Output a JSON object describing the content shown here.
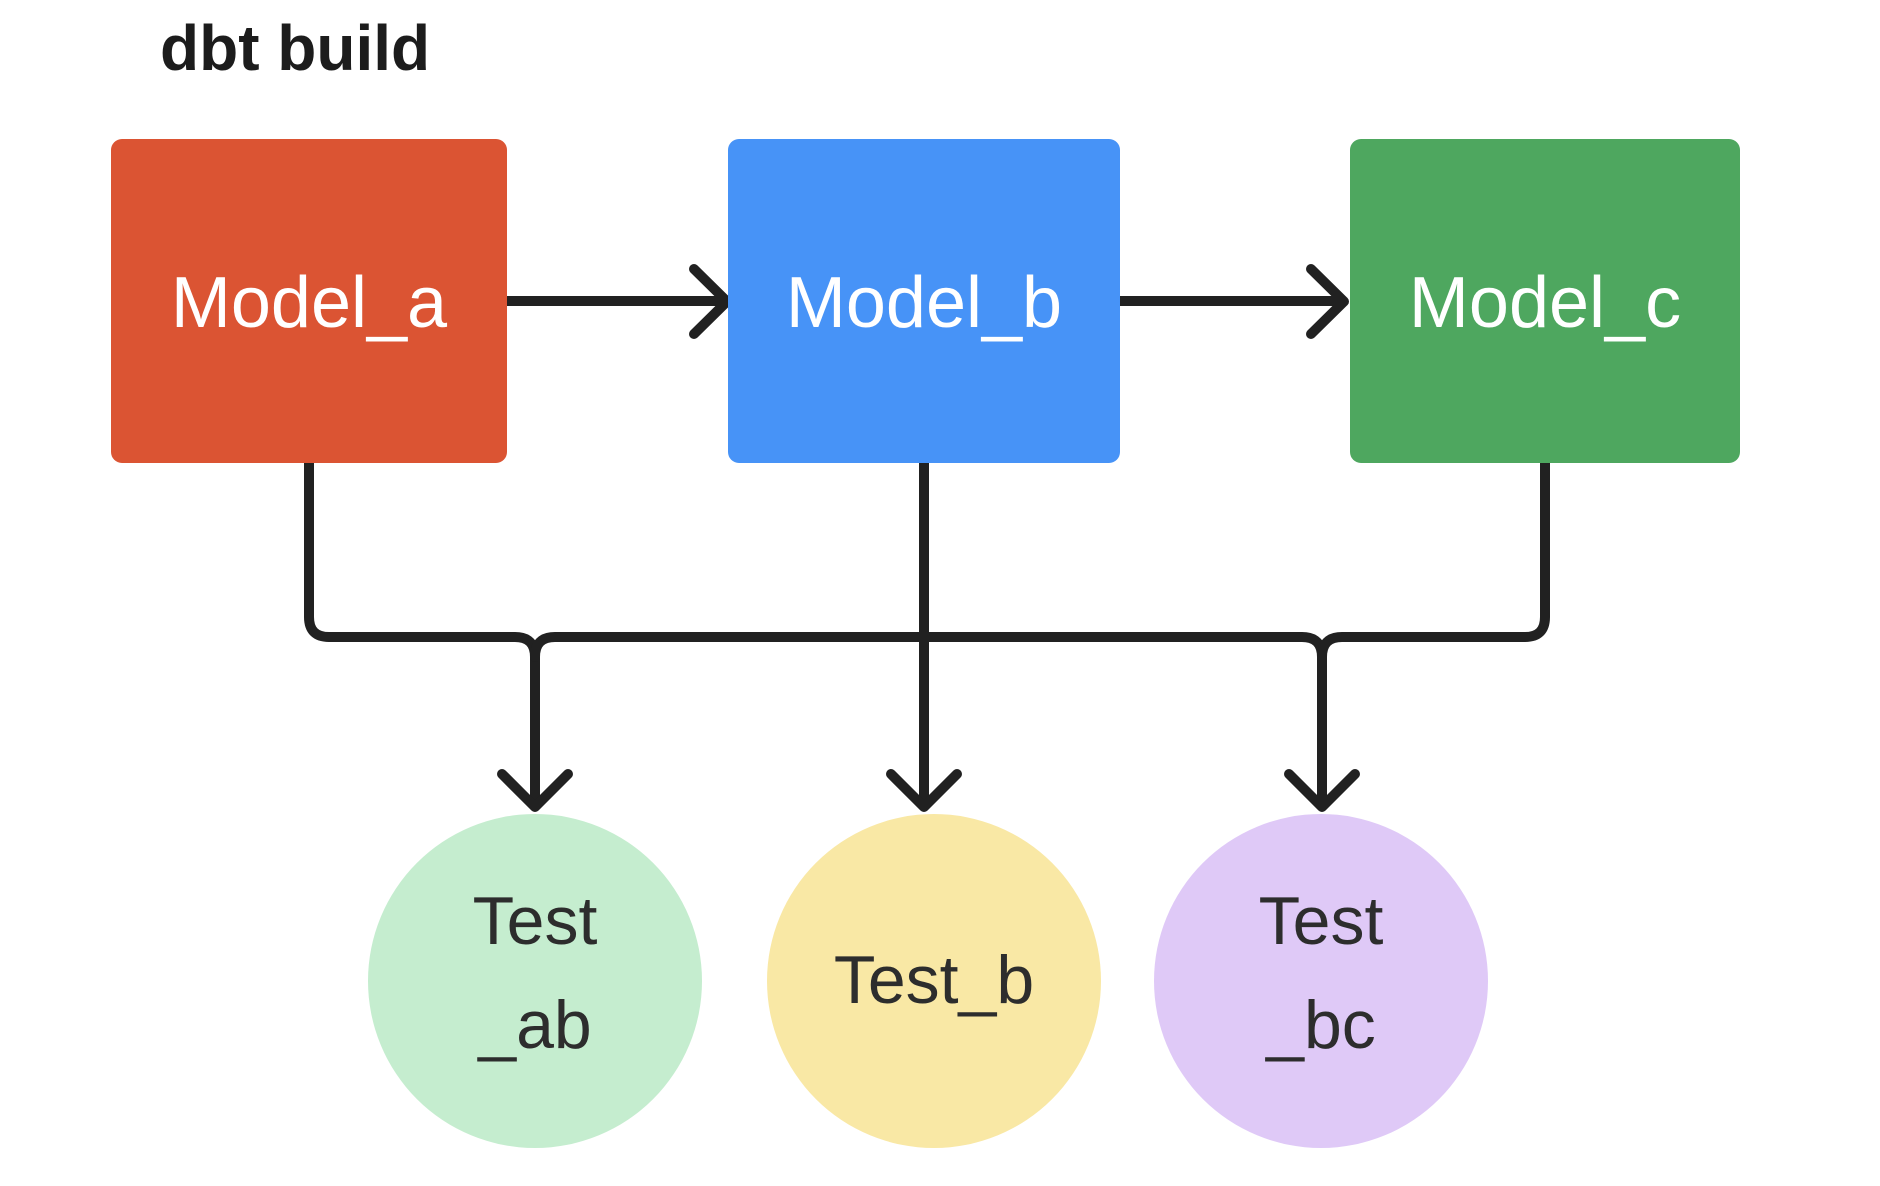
{
  "title": "dbt build",
  "edge_color": "#212121",
  "models": [
    {
      "id": "model_a",
      "label": "Model_a",
      "color": "#DB5433"
    },
    {
      "id": "model_b",
      "label": "Model_b",
      "color": "#4793F7"
    },
    {
      "id": "model_c",
      "label": "Model_c",
      "color": "#4EA75F"
    }
  ],
  "tests": [
    {
      "id": "test_ab",
      "line1": "Test",
      "line2": "_ab",
      "color": "#C5EDCF"
    },
    {
      "id": "test_b",
      "line1": "Test_b",
      "line2": "",
      "color": "#F9E8A5"
    },
    {
      "id": "test_bc",
      "line1": "Test",
      "line2": "_bc",
      "color": "#DFC9F7"
    }
  ]
}
